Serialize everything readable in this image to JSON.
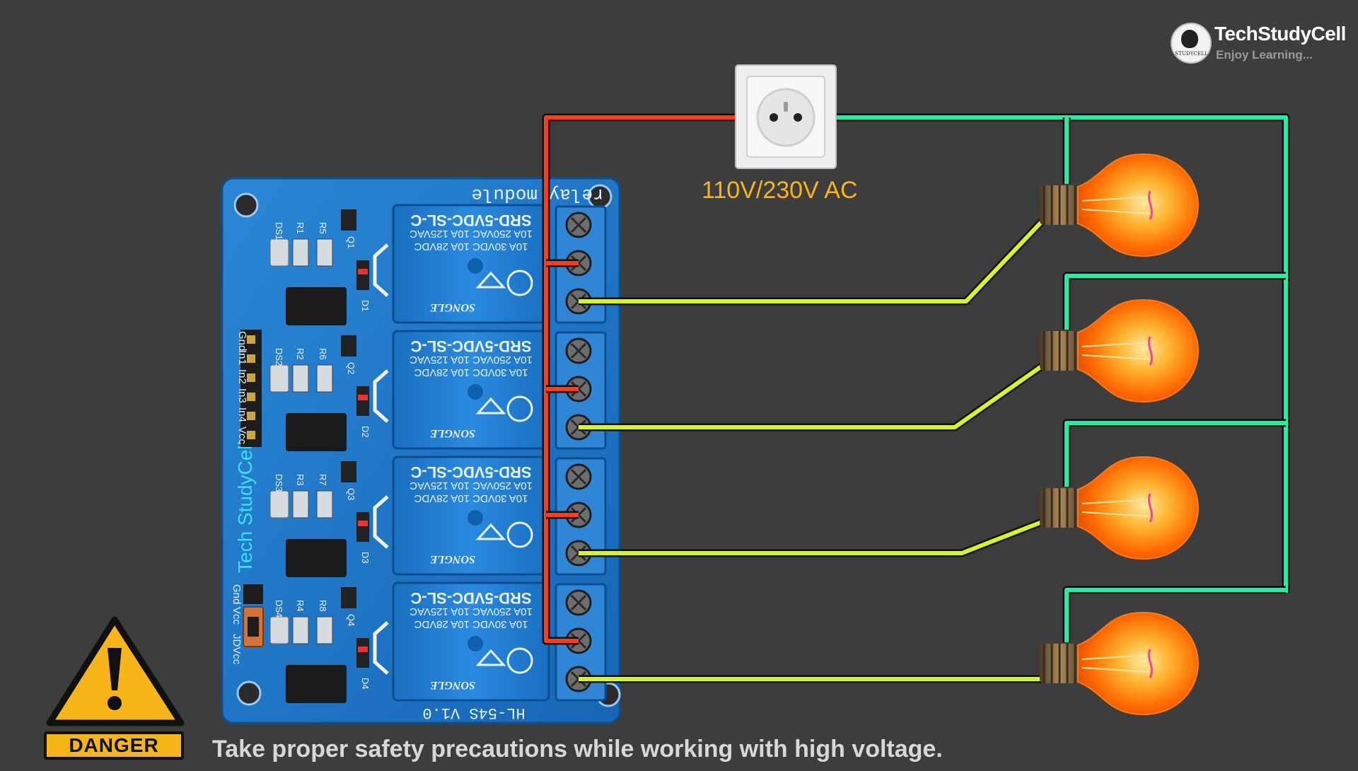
{
  "brand": {
    "name": "TechStudyCell",
    "tagline": "Enjoy Learning...",
    "logo_text": "STUDYCELL"
  },
  "power": {
    "socket_label": "110V/230V AC"
  },
  "relay_module": {
    "header_text": "relay module",
    "brand_text": "Tech StudyCell",
    "model_text": "HL-54S V1.0",
    "pin_labels": [
      "Gnd",
      "In1",
      "In2",
      "In3",
      "In4",
      "Vcc"
    ],
    "jumper_labels": [
      "Gnd",
      "Vcc",
      "JDVcc"
    ],
    "relays": [
      {
        "model": "SRD-5VDC-SL-C",
        "rating1": "10A 250VAC  10A 125VAC",
        "rating2": "10A 30VDC  10A 28VDC",
        "maker": "SONGLE",
        "led": "DS1",
        "resistors": [
          "R1",
          "R5"
        ],
        "transistor": "Q1",
        "diode": "D1"
      },
      {
        "model": "SRD-5VDC-SL-C",
        "rating1": "10A 250VAC  10A 125VAC",
        "rating2": "10A 30VDC  10A 28VDC",
        "maker": "SONGLE",
        "led": "DS2",
        "resistors": [
          "R2",
          "R6"
        ],
        "transistor": "Q2",
        "diode": "D2"
      },
      {
        "model": "SRD-5VDC-SL-C",
        "rating1": "10A 250VAC  10A 125VAC",
        "rating2": "10A 30VDC  10A 28VDC",
        "maker": "SONGLE",
        "led": "DS3",
        "resistors": [
          "R3",
          "R7"
        ],
        "transistor": "Q3",
        "diode": "D3"
      },
      {
        "model": "SRD-5VDC-SL-C",
        "rating1": "10A 250VAC  10A 125VAC",
        "rating2": "10A 30VDC  10A 28VDC",
        "maker": "SONGLE",
        "led": "DS4",
        "resistors": [
          "R4",
          "R8"
        ],
        "transistor": "Q4",
        "diode": "D4"
      }
    ]
  },
  "wires": {
    "live_color": "#ff3b1a",
    "neutral_color": "#1ef0a8",
    "load_color": "#d8f51c"
  },
  "bulbs": [
    "bulb-1",
    "bulb-2",
    "bulb-3",
    "bulb-4"
  ],
  "warning": {
    "danger_label": "DANGER",
    "message": "Take proper safety precautions while working with high voltage."
  }
}
